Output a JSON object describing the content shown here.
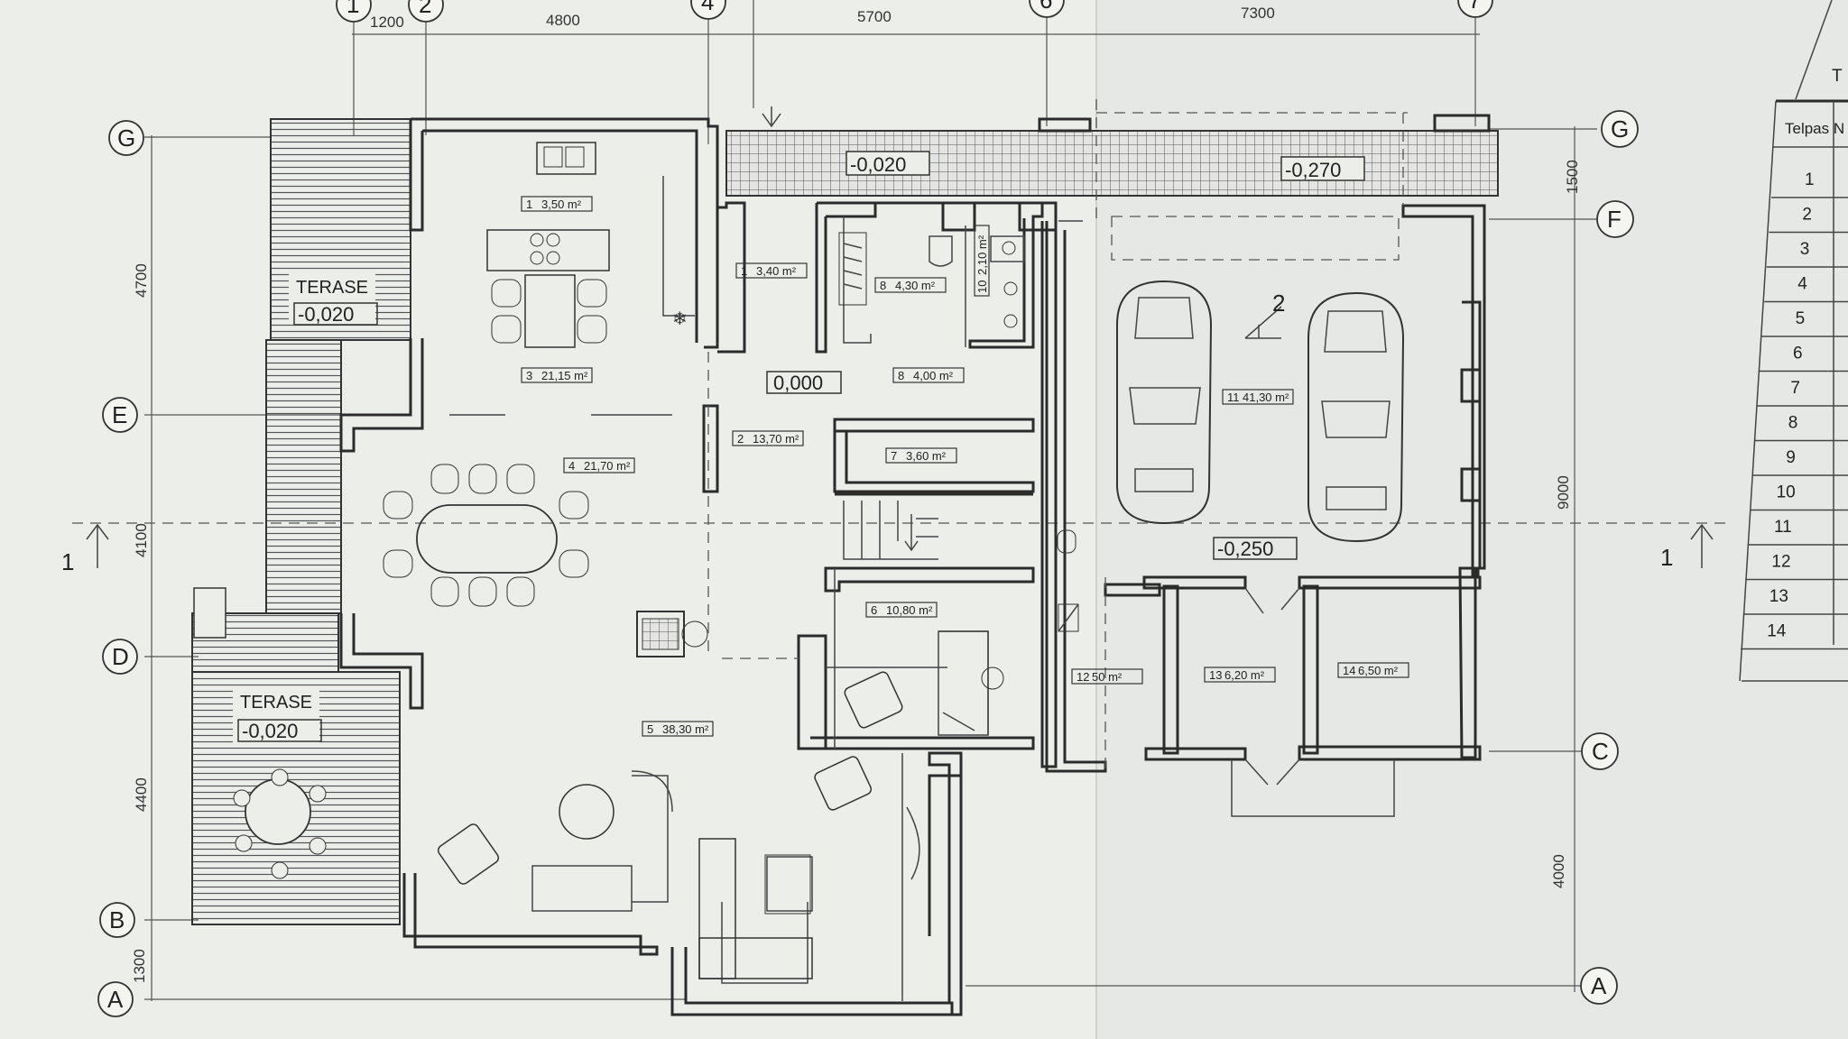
{
  "plan": {
    "top_dims": [
      "1200",
      "4800",
      "5700",
      "7300"
    ],
    "column_bubbles_top": [
      "1",
      "2",
      "4",
      "6",
      "7"
    ],
    "row_bubbles_left": [
      "G",
      "E",
      "D",
      "B",
      "A"
    ],
    "row_bubbles_right": [
      "G",
      "F",
      "C",
      "A"
    ],
    "left_dims": [
      "4700",
      "4100",
      "4400",
      "1300"
    ],
    "right_dims": [
      "1500",
      "9000",
      "4000"
    ],
    "section_labels": [
      "1",
      "1",
      "2"
    ],
    "terraces": [
      {
        "name": "TERASE",
        "level": "-0,020"
      },
      {
        "name": "TERASE",
        "level": "-0,020"
      }
    ],
    "levels": {
      "porch": "-0,020",
      "garage_front": "-0,270",
      "hall": "0,000",
      "garage": "-0,250"
    },
    "rooms": [
      {
        "no": "1",
        "area": "3,50"
      },
      {
        "no": "1",
        "area": "3,40"
      },
      {
        "no": "8",
        "area": "4,30"
      },
      {
        "no": "10",
        "area": "2,10"
      },
      {
        "no": "3",
        "area": "21,15"
      },
      {
        "no": "8",
        "area": "4,00"
      },
      {
        "no": "11",
        "area": "41,30"
      },
      {
        "no": "2",
        "area": "13,70"
      },
      {
        "no": "4",
        "area": "21,70"
      },
      {
        "no": "7",
        "area": "3,60"
      },
      {
        "no": "6",
        "area": "10,80"
      },
      {
        "no": "12",
        "area": "50"
      },
      {
        "no": "13",
        "area": "6,20"
      },
      {
        "no": "14",
        "area": "6,50"
      },
      {
        "no": "5",
        "area": "38,30"
      }
    ],
    "area_unit": "m²"
  },
  "table": {
    "header": "Telpas N",
    "corner": "T",
    "rows": [
      "1",
      "2",
      "3",
      "4",
      "5",
      "6",
      "7",
      "8",
      "9",
      "10",
      "11",
      "12",
      "13",
      "14"
    ]
  }
}
